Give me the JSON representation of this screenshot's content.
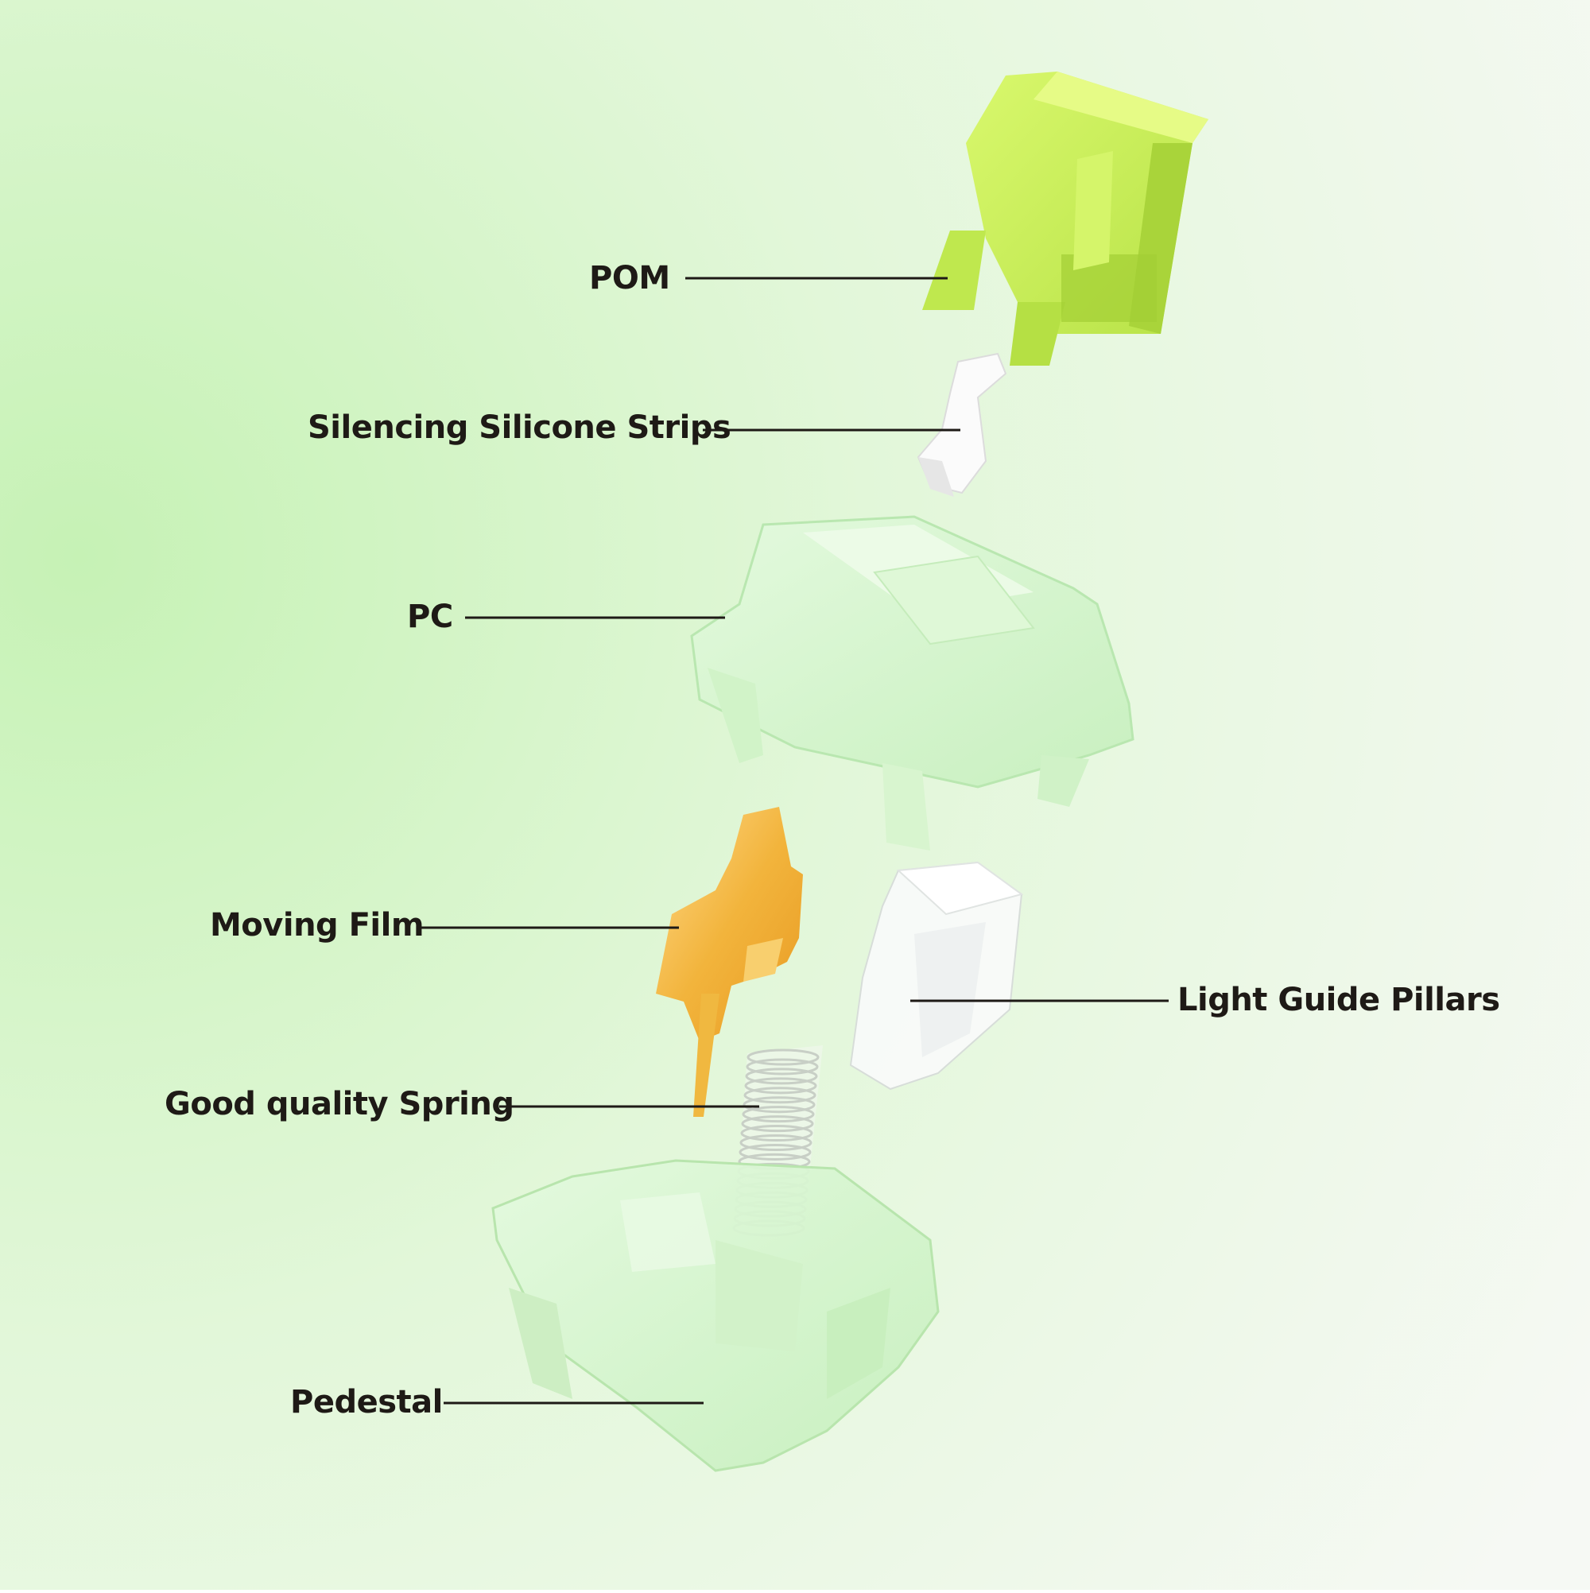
{
  "colors": {
    "background_light": "#f3f8ef",
    "background_green": "#cdf3bf",
    "stem_lime": "#c9ef5a",
    "housing_mint": "#d4f5cc",
    "film_gold": "#f2b43c",
    "text": "#1e1a16"
  },
  "components": {
    "pom": {
      "label": "POM"
    },
    "silencing_strips": {
      "label": "Silencing Silicone Strips"
    },
    "pc": {
      "label": "PC"
    },
    "moving_film": {
      "label": "Moving Film"
    },
    "spring": {
      "label": "Good quality Spring"
    },
    "pedestal": {
      "label": "Pedestal"
    },
    "light_guide": {
      "label": "Light Guide Pillars"
    }
  }
}
